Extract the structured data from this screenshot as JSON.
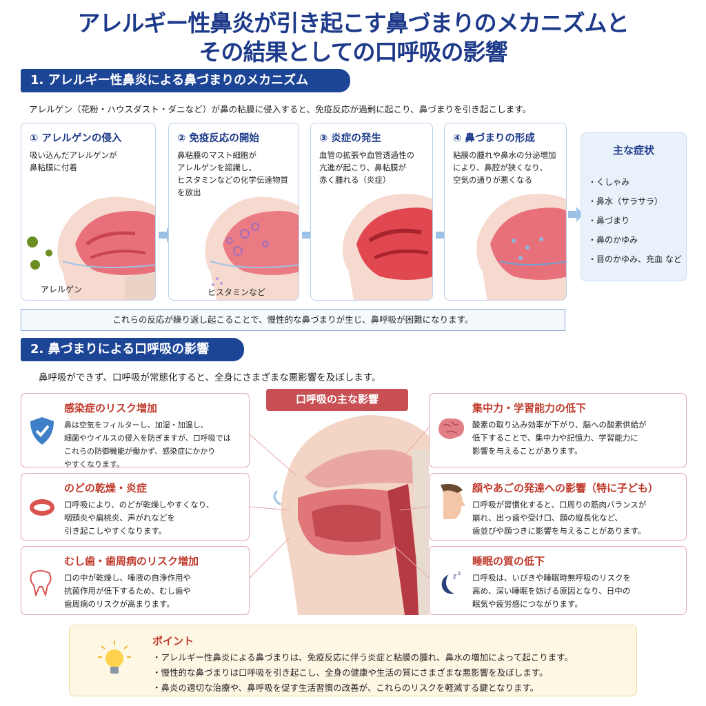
{
  "title": {
    "line1": "アレルギー性鼻炎が引き起こす鼻づまりのメカニズムと",
    "line2": "その結果としての口呼吸の影響"
  },
  "section1": {
    "heading": "1. アレルギー性鼻炎による鼻づまりのメカニズム",
    "lead": "アレルゲン（花粉・ハウスダスト・ダニなど）が鼻の粘膜に侵入すると、免疫反応が過剰に起こり、鼻づまりを引き起こします。",
    "steps": [
      {
        "title": "① アレルゲンの侵入",
        "desc": "吸い込んだアレルゲンが\n鼻粘膜に付着",
        "label": "アレルゲン"
      },
      {
        "title": "② 免疫反応の開始",
        "desc": "鼻粘膜のマスト細胞が\nアレルゲンを認識し、\nヒスタミンなどの化学伝達物質\nを放出",
        "label": "ヒスタミンなど"
      },
      {
        "title": "③ 炎症の発生",
        "desc": "血管の拡張や血管透過性の\n亢進が起こり、鼻粘膜が\n赤く腫れる（炎症）",
        "label": ""
      },
      {
        "title": "④ 鼻づまりの形成",
        "desc": "粘膜の腫れや鼻水の分泌増加\nにより、鼻腔が狭くなり、\n空気の通りが悪くなる",
        "label": ""
      }
    ],
    "symptoms": {
      "title": "主な症状",
      "items": [
        "・くしゃみ",
        "・鼻水（サラサラ）",
        "・鼻づまり",
        "・鼻のかゆみ",
        "・目のかゆみ、充血 など"
      ]
    },
    "note": "これらの反応が繰り返し起こることで、慢性的な鼻づまりが生じ、鼻呼吸が困難になります。"
  },
  "section2": {
    "heading": "2. 鼻づまりによる口呼吸の影響",
    "lead": "鼻呼吸ができず、口呼吸が常態化すると、全身にさまざまな悪影響を及ぼします。",
    "center_label": "口呼吸の主な影響",
    "left": [
      {
        "title": "感染症のリスク増加",
        "desc": "鼻は空気をフィルターし、加湿・加温し、\n細菌やウイルスの侵入を防ぎますが、口呼吸では\nこれらの防御機能が働かず、感染症にかかり\nやすくなります。",
        "icon": "shield-check-icon"
      },
      {
        "title": "のどの乾燥・炎症",
        "desc": "口呼吸により、のどが乾燥しやすくなり、\n咽頭炎や扁桃炎、声がれなどを\n引き起こしやすくなります。",
        "icon": "mouth-icon"
      },
      {
        "title": "むし歯・歯周病のリスク増加",
        "desc": "口の中が乾燥し、唾液の自浄作用や\n抗菌作用が低下するため、むし歯や\n歯周病のリスクが高まります。",
        "icon": "tooth-icon"
      }
    ],
    "right": [
      {
        "title": "集中力・学習能力の低下",
        "desc": "酸素の取り込み効率が下がり、脳への酸素供給が\n低下することで、集中力や記憶力、学習能力に\n影響を与えることがあります。",
        "icon": "brain-icon"
      },
      {
        "title": "顔やあごの発達への影響（特に子ども）",
        "desc": "口呼吸が習慣化すると、口周りの筋肉バランスが\n崩れ、出っ歯や受け口、顔の縦長化など、\n歯並びや顔つきに影響を与えることがあります。",
        "icon": "face-profile-icon"
      },
      {
        "title": "睡眠の質の低下",
        "desc": "口呼吸は、いびきや睡眠時無呼吸のリスクを\n高め、深い睡眠を妨げる原因となり、日中の\n眠気や疲労感につながります。",
        "icon": "moon-sleep-icon"
      }
    ]
  },
  "point": {
    "title": "ポイント",
    "items": [
      "・アレルギー性鼻炎による鼻づまりは、免疫反応に伴う炎症と粘膜の腫れ、鼻水の増加によって起こります。",
      "・慢性的な鼻づまりは口呼吸を引き起こし、全身の健康や生活の質にさまざまな悪影響を及ぼします。",
      "・鼻炎の適切な治療や、鼻呼吸を促す生活習慣の改善が、これらのリスクを軽減する鍵となります。"
    ],
    "icon": "lightbulb-icon"
  },
  "colors": {
    "navy": "#1d4596",
    "red": "#c0392b",
    "mucosa": "#e8707a"
  }
}
